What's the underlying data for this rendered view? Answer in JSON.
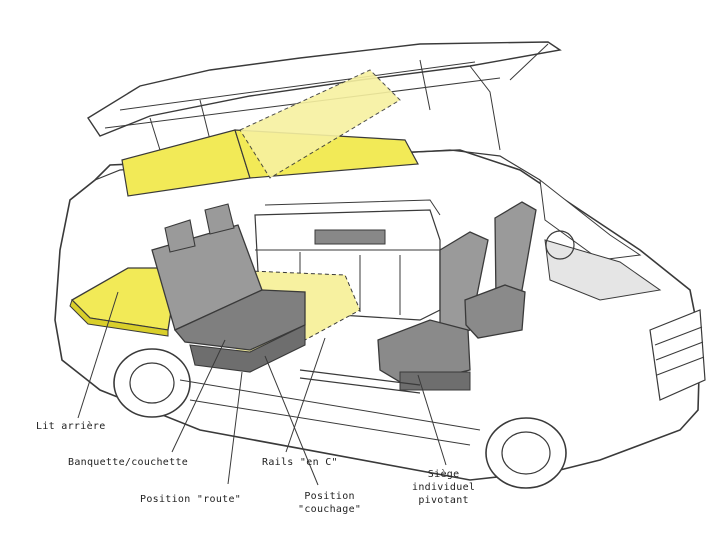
{
  "colors": {
    "line": "#3a3a3a",
    "mattress": "#f2ea57",
    "mattress_dark": "#d9cf2a",
    "seat_gray": "#9a9a9a",
    "seat_dark": "#6e6e6e"
  },
  "labels": {
    "lit_arriere": "Lit arrière",
    "banquette": "Banquette/couchette",
    "rails": "Rails \"en C\"",
    "position_route": "Position \"route\"",
    "position_couchage_1": "Position",
    "position_couchage_2": "\"couchage\"",
    "siege_1": "Siège",
    "siege_2": "individuel",
    "siege_3": "pivotant"
  }
}
